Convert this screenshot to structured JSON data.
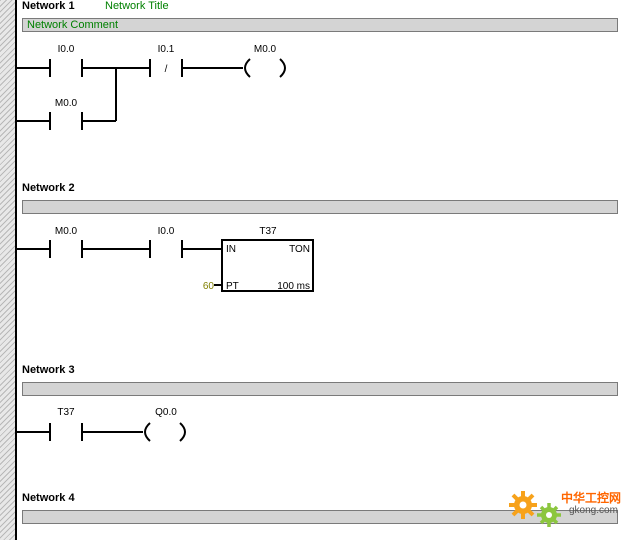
{
  "networks": [
    {
      "title": "Network 1",
      "subtitle": "Network Title",
      "comment": "Network Comment",
      "contacts": [
        {
          "label": "I0.0",
          "type": "no"
        },
        {
          "label": "I0.1",
          "type": "nc",
          "symbol": "/"
        },
        {
          "label": "M0.0",
          "type": "no"
        }
      ],
      "coil": {
        "label": "M0.0"
      }
    },
    {
      "title": "Network 2",
      "comment": "",
      "contacts": [
        {
          "label": "M0.0",
          "type": "no"
        },
        {
          "label": "I0.0",
          "type": "no"
        }
      ],
      "timer": {
        "label": "T37",
        "type_label": "TON",
        "in_label": "IN",
        "pt_label": "PT",
        "pt_value": "60",
        "resolution": "100 ms"
      }
    },
    {
      "title": "Network 3",
      "comment": "",
      "contacts": [
        {
          "label": "T37",
          "type": "no"
        }
      ],
      "coil": {
        "label": "Q0.0"
      }
    },
    {
      "title": "Network 4",
      "comment": ""
    }
  ],
  "watermark": {
    "site_name": "中华工控网",
    "url": "gkong.com"
  },
  "colors": {
    "comment_text": "#008000",
    "comment_bar": "#d4d4d4",
    "constant": "#808000",
    "watermark": "#ff6600"
  }
}
